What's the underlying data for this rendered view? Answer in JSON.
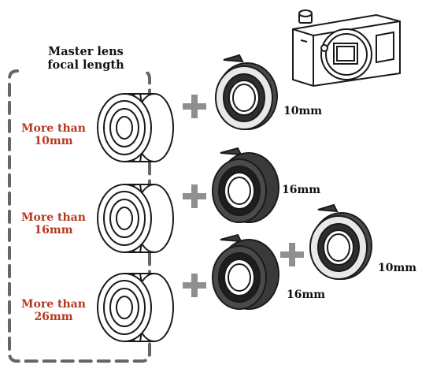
{
  "colors": {
    "accent": "#b5391f",
    "plus": "#8f8f8f",
    "tube_dark": "#3a3a3a",
    "outline": "#1a1a1a",
    "bracket": "#666666"
  },
  "header": {
    "master_lens_label": "Master lens\nfocal length"
  },
  "rows": [
    {
      "lens_label": "More than\n10mm",
      "tubes": [
        "10mm"
      ]
    },
    {
      "lens_label": "More than\n16mm",
      "tubes": [
        "16mm"
      ]
    },
    {
      "lens_label": "More than\n26mm",
      "tubes": [
        "16mm",
        "10mm"
      ]
    }
  ],
  "icons": [
    "camera-body-icon",
    "lens-icon",
    "extension-tube-icon",
    "plus-icon"
  ]
}
